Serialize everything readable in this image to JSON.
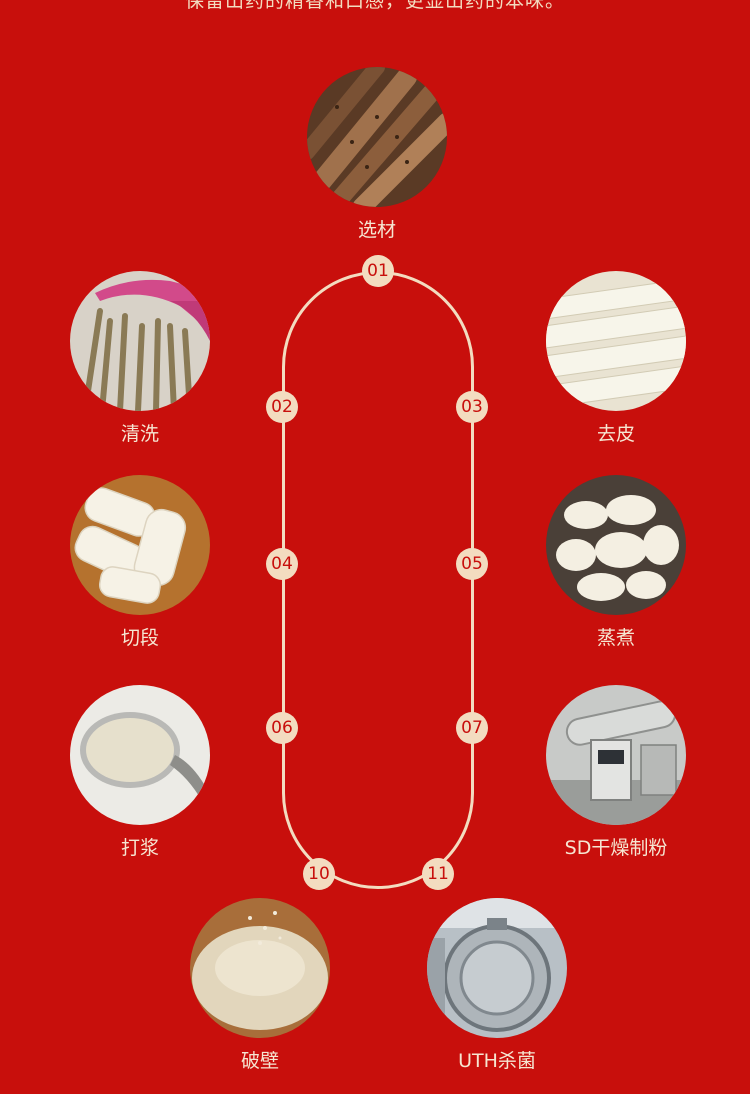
{
  "intro_text": "保留山药的精香和口感，更显山药的本味。",
  "steps": [
    {
      "num": "01",
      "label": "选材",
      "photo": "yam-roots-photo"
    },
    {
      "num": "02",
      "label": "清洗",
      "photo": "washing-photo"
    },
    {
      "num": "03",
      "label": "去皮",
      "photo": "peeled-yam-photo"
    },
    {
      "num": "04",
      "label": "切段",
      "photo": "cut-pieces-photo"
    },
    {
      "num": "05",
      "label": "蒸煮",
      "photo": "steamed-yam-photo"
    },
    {
      "num": "06",
      "label": "打浆",
      "photo": "pulp-spoon-photo"
    },
    {
      "num": "07",
      "label": "SD干燥制粉",
      "photo": "drying-machine-photo"
    },
    {
      "num": "10",
      "label": "破壁",
      "photo": "powder-photo"
    },
    {
      "num": "11",
      "label": "UTH杀菌",
      "photo": "sterilizer-photo"
    }
  ],
  "colors": {
    "background": "#c80f0c",
    "accent": "#f3dcc0"
  }
}
